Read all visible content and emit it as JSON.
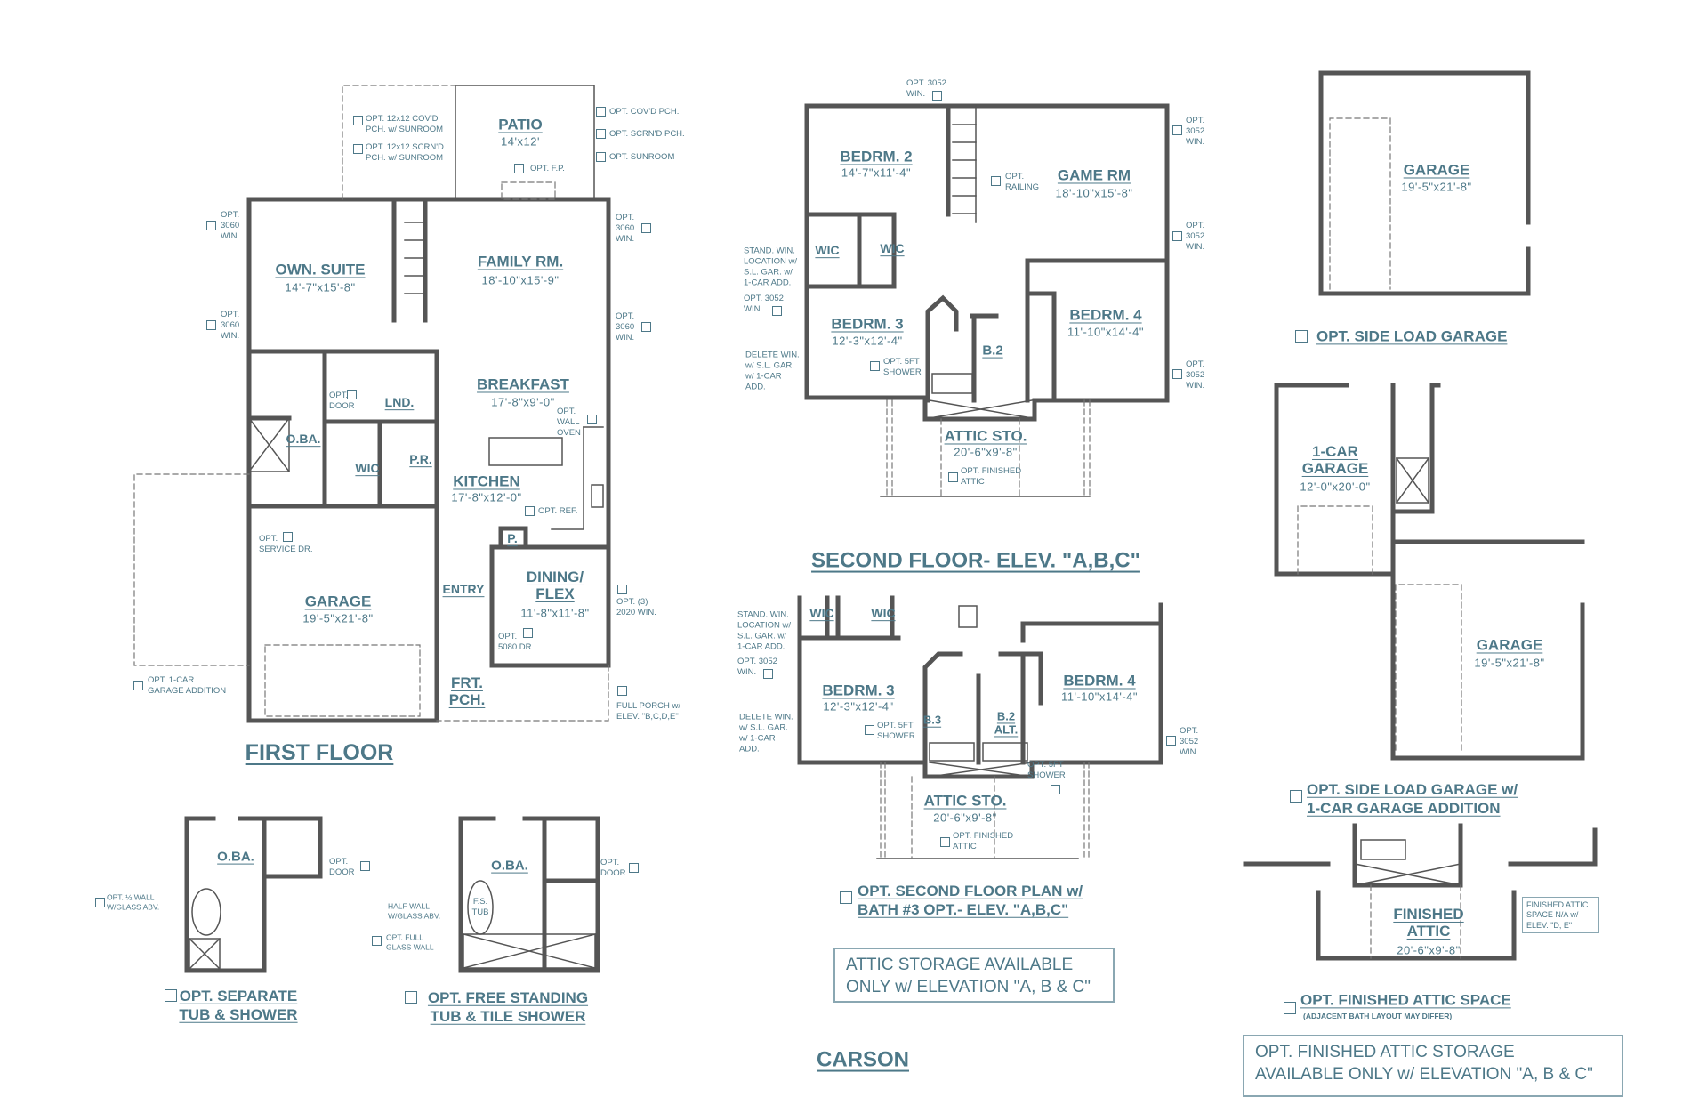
{
  "plan_name": "CARSON",
  "colors": {
    "text": "#4d7888",
    "wall": "#555555",
    "dashed": "#777777"
  },
  "first_floor": {
    "title": "FIRST FLOOR",
    "rooms": {
      "patio": {
        "name": "PATIO",
        "dims": "14'x12'"
      },
      "own_suite": {
        "name": "OWN. SUITE",
        "dims": "14'-7\"x15'-8\""
      },
      "family": {
        "name": "FAMILY RM.",
        "dims": "18'-10\"x15'-9\""
      },
      "breakfast": {
        "name": "BREAKFAST",
        "dims": "17'-8\"x9'-0\""
      },
      "kitchen": {
        "name": "KITCHEN",
        "dims": "17'-8\"x12'-0\""
      },
      "laundry": {
        "name": "LND."
      },
      "oba": {
        "name": "O.BA."
      },
      "wic": {
        "name": "WIC"
      },
      "powder": {
        "name": "P.R."
      },
      "pantry": {
        "name": "P."
      },
      "garage": {
        "name": "GARAGE",
        "dims": "19'-5\"x21'-8\""
      },
      "entry": {
        "name": "ENTRY"
      },
      "dining": {
        "name": "DINING/\nFLEX",
        "dims": "11'-8\"x11'-8\""
      },
      "porch": {
        "name": "FRT.\nPCH."
      }
    },
    "options": {
      "cov_pch_sunroom": "OPT. 12x12 COV'D\nPCH. w/ SUNROOM",
      "scrn_pch_sunroom": "OPT. 12x12 SCRN'D\nPCH. w/ SUNROOM",
      "cov_pch": "OPT. COV'D PCH.",
      "scrn_pch": "OPT. SCRN'D PCH.",
      "sunroom": "OPT. SUNROOM",
      "fireplace": "OPT. F.P.",
      "win_left_1": "OPT.\n3060\nWIN.",
      "win_left_2": "OPT.\n3060\nWIN.",
      "win_right_1": "OPT.\n3060\nWIN.",
      "win_right_2": "OPT.\n3060\nWIN.",
      "door": "OPT.\nDOOR",
      "wall_oven": "OPT.\nWALL\nOVEN",
      "ref": "OPT. REF.",
      "service_dr": "OPT.\nSERVICE DR.",
      "win_2020": "OPT. (3)\n2020 WIN.",
      "dr_5080": "OPT.\n5080 DR.",
      "garage_addition": "OPT. 1-CAR\nGARAGE ADDITION",
      "full_porch": "FULL PORCH w/\nELEV. \"B,C,D,E\""
    }
  },
  "second_floor": {
    "title": "SECOND FLOOR- ELEV. \"A,B,C\"",
    "rooms": {
      "bedrm2": {
        "name": "BEDRM. 2",
        "dims": "14'-7\"x11'-4\""
      },
      "game": {
        "name": "GAME RM",
        "dims": "18'-10\"x15'-8\""
      },
      "wic1": {
        "name": "WIC"
      },
      "wic2": {
        "name": "WIC"
      },
      "bedrm3": {
        "name": "BEDRM. 3",
        "dims": "12'-3\"x12'-4\""
      },
      "bath2": {
        "name": "B.2"
      },
      "bedrm4": {
        "name": "BEDRM. 4",
        "dims": "11'-10\"x14'-4\""
      },
      "attic": {
        "name": "ATTIC STO.",
        "dims": "20'-6\"x9'-8\""
      }
    },
    "options": {
      "win_top": "OPT. 3052\nWIN.",
      "railing": "OPT.\nRAILING",
      "stand_win": "STAND. WIN.\nLOCATION w/\nS.L. GAR. w/\n1-CAR ADD.",
      "win_left": "OPT. 3052\nWIN.",
      "delete_win": "DELETE WIN.\nw/ S.L. GAR.\nw/ 1-CAR\nADD.",
      "shower": "OPT. 5FT\nSHOWER",
      "win_right_1": "OPT.\n3052\nWIN.",
      "win_right_2": "OPT.\n3052\nWIN.",
      "win_right_3": "OPT.\n3052\nWIN.",
      "finished_attic": "OPT. FINISHED\nATTIC"
    }
  },
  "second_floor_bath3": {
    "title": "OPT. SECOND FLOOR PLAN w/\nBATH #3 OPT.- ELEV. \"A,B,C\"",
    "rooms": {
      "wic1": {
        "name": "WIC"
      },
      "wic2": {
        "name": "WIC"
      },
      "bedrm3": {
        "name": "BEDRM. 3",
        "dims": "12'-3\"x12'-4\""
      },
      "bath3": {
        "name": "B.3"
      },
      "bath2alt": {
        "name": "B.2\nALT."
      },
      "bedrm4": {
        "name": "BEDRM. 4",
        "dims": "11'-10\"x14'-4\""
      },
      "attic": {
        "name": "ATTIC STO.",
        "dims": "20'-6\"x9'-8\""
      }
    },
    "options": {
      "stand_win": "STAND. WIN.\nLOCATION w/\nS.L. GAR. w/\n1-CAR ADD.",
      "win_left": "OPT. 3052\nWIN.",
      "delete_win": "DELETE WIN.\nw/ S.L. GAR.\nw/ 1-CAR\nADD.",
      "shower_left": "OPT. 5FT\nSHOWER",
      "shower_right": "OPT. 5FT\nSHOWER",
      "win_right": "OPT.\n3052\nWIN.",
      "finished_attic": "OPT. FINISHED\nATTIC"
    },
    "note": "ATTIC STORAGE AVAILABLE\nONLY w/ ELEVATION \"A, B & C\""
  },
  "side_load_garage": {
    "title": "OPT. SIDE LOAD GARAGE",
    "garage": {
      "name": "GARAGE",
      "dims": "19'-5\"x21'-8\""
    }
  },
  "side_load_1car": {
    "title": "OPT. SIDE LOAD GARAGE w/\n1-CAR GARAGE ADDITION",
    "one_car": {
      "name": "1-CAR\nGARAGE",
      "dims": "12'-0\"x20'-0\""
    },
    "garage": {
      "name": "GARAGE",
      "dims": "19'-5\"x21'-8\""
    }
  },
  "finished_attic": {
    "title": "OPT. FINISHED ATTIC SPACE",
    "subtitle": "(ADJACENT BATH LAYOUT MAY DIFFER)",
    "room": {
      "name": "FINISHED\nATTIC",
      "dims": "20'-6\"x9'-8\""
    },
    "na_note": "FINISHED ATTIC\nSPACE N/A w/\nELEV. \"D, E\"",
    "note": "OPT. FINISHED ATTIC STORAGE\nAVAILABLE ONLY w/ ELEVATION \"A, B & C\""
  },
  "bath_separate": {
    "title": "OPT. SEPARATE\nTUB & SHOWER",
    "room": "O.BA.",
    "door": "OPT.\nDOOR",
    "half_wall": "OPT. ½ WALL\nW/GLASS ABV."
  },
  "bath_freestanding": {
    "title": "OPT. FREE STANDING\nTUB & TILE SHOWER",
    "room": "O.BA.",
    "tub": "F.S.\nTUB",
    "half_wall": "HALF WALL\nW/GLASS ABV.",
    "full_glass": "OPT. FULL\nGLASS WALL",
    "door": "OPT.\nDOOR"
  }
}
